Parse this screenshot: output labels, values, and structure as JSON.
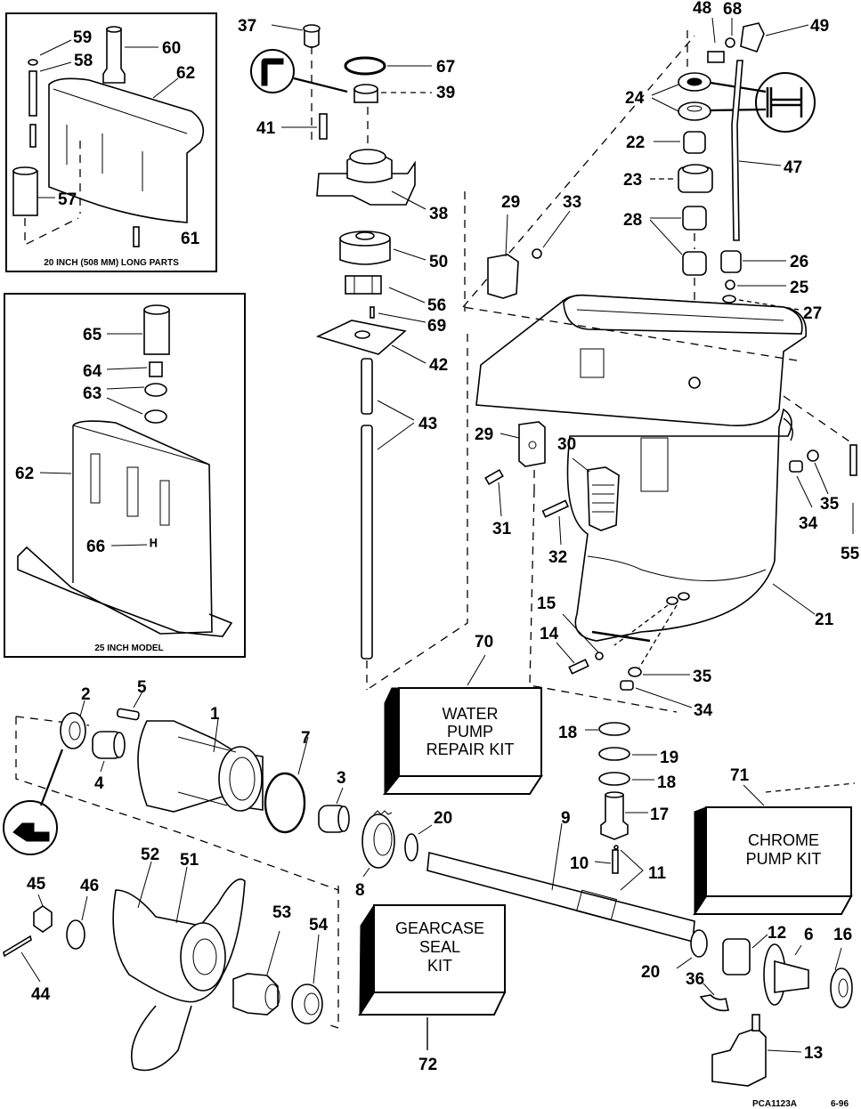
{
  "diagram": {
    "title": "Gearcase exploded parts view",
    "insets": [
      {
        "id": "inset-20in",
        "caption": "20 INCH (508 MM) LONG PARTS",
        "callouts": [
          "59",
          "60",
          "58",
          "62",
          "57",
          "61"
        ]
      },
      {
        "id": "inset-25in",
        "caption": "25 INCH MODEL",
        "callouts": [
          "65",
          "64",
          "63",
          "62",
          "66"
        ]
      }
    ],
    "callouts": {
      "c37": "37",
      "c67": "67",
      "c39": "39",
      "c41": "41",
      "c38": "38",
      "c50": "50",
      "c56": "56",
      "c69": "69",
      "c42": "42",
      "c43": "43",
      "c48": "48",
      "c68": "68",
      "c49": "49",
      "c24": "24",
      "c22": "22",
      "c47": "47",
      "c23": "23",
      "c28": "28",
      "c26": "26",
      "c25": "25",
      "c27": "27",
      "c29a": "29",
      "c33": "33",
      "c29b": "29",
      "c30": "30",
      "c31": "31",
      "c32": "32",
      "c34a": "34",
      "c35a": "35",
      "c55": "55",
      "c21": "21",
      "c15": "15",
      "c14": "14",
      "c35b": "35",
      "c34b": "34",
      "c70": "70",
      "c71": "71",
      "c72": "72",
      "c2": "2",
      "c5": "5",
      "c1": "1",
      "c4": "4",
      "c7": "7",
      "c3": "3",
      "c8": "8",
      "c20a": "20",
      "c9": "9",
      "c18a": "18",
      "c19": "19",
      "c18b": "18",
      "c17": "17",
      "c10": "10",
      "c11": "11",
      "c52": "52",
      "c51": "51",
      "c45": "45",
      "c46": "46",
      "c53": "53",
      "c54": "54",
      "c44": "44",
      "c12": "12",
      "c6": "6",
      "c16": "16",
      "c20b": "20",
      "c36": "36",
      "c13": "13",
      "c59": "59",
      "c60": "60",
      "c58": "58",
      "c62a": "62",
      "c57": "57",
      "c61": "61",
      "c65": "65",
      "c64": "64",
      "c63": "63",
      "c62b": "62",
      "c66": "66"
    },
    "kits": {
      "water_pump": {
        "number": "70",
        "lines": [
          "WATER",
          "PUMP",
          "REPAIR KIT"
        ]
      },
      "chrome_pump": {
        "number": "71",
        "lines": [
          "CHROME",
          "PUMP KIT"
        ]
      },
      "gearcase_seal": {
        "number": "72",
        "lines": [
          "GEARCASE",
          "SEAL",
          "KIT"
        ]
      }
    },
    "footer": {
      "drawing_id": "PCA1123A",
      "date": "6-96"
    }
  }
}
